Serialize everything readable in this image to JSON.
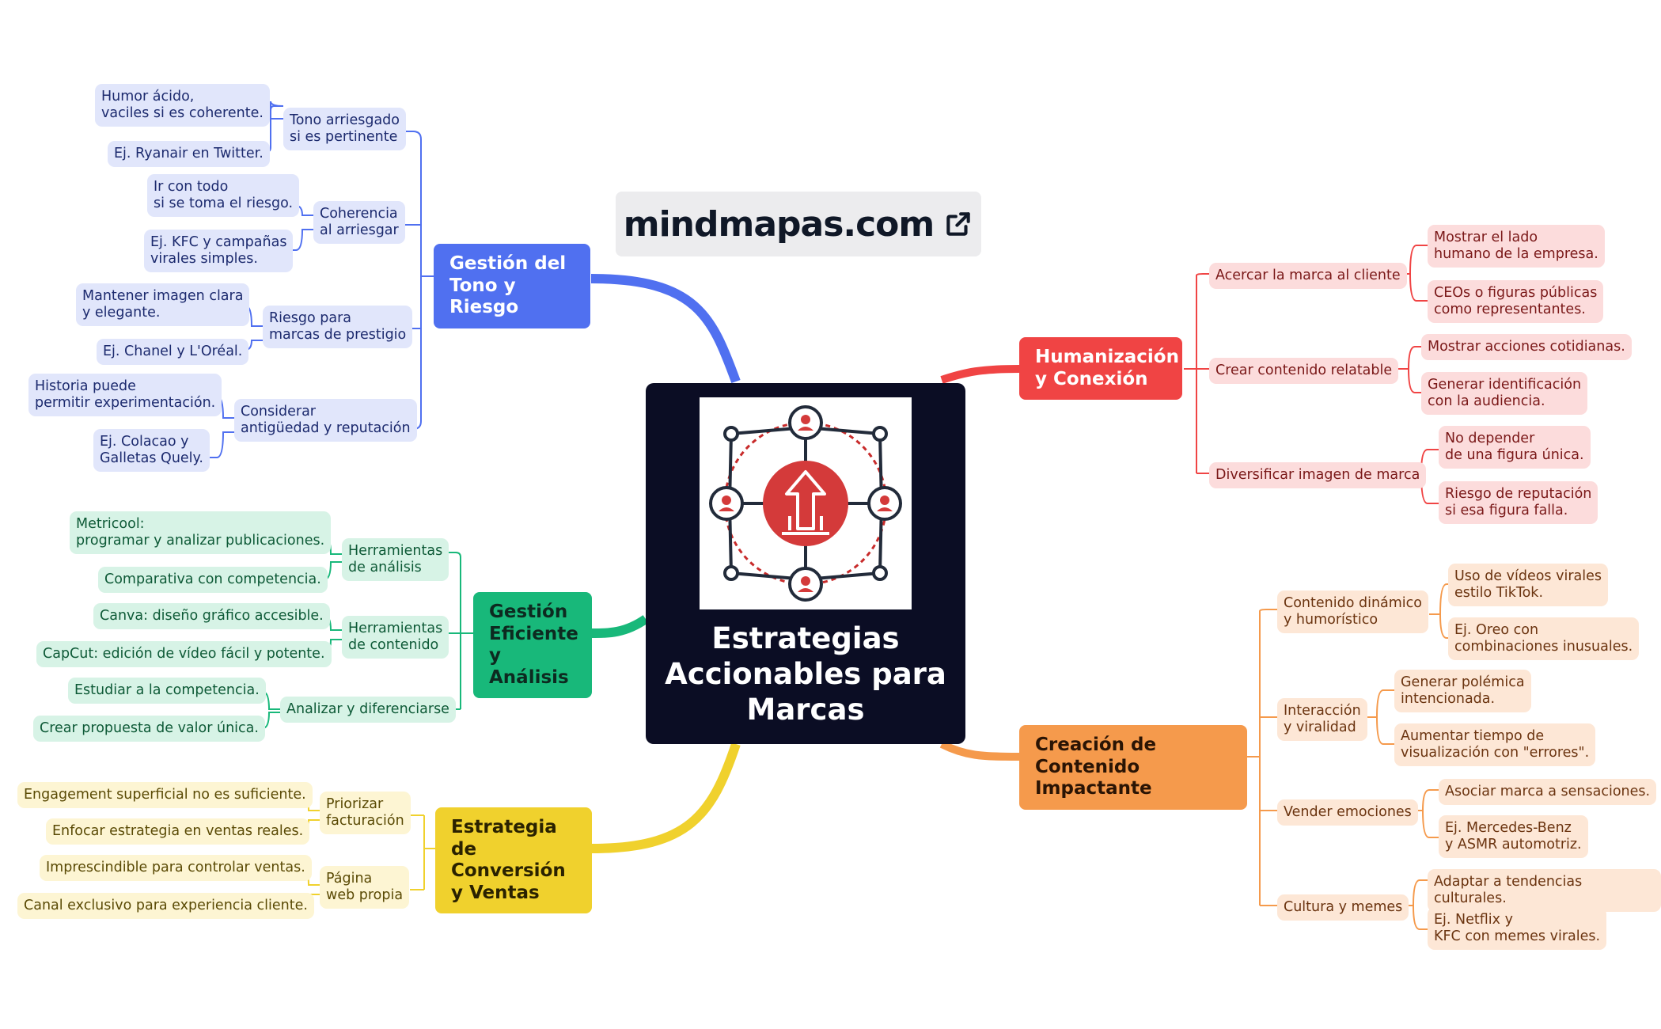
{
  "brand": {
    "text": "mindmapas.com",
    "icon": "external-link-icon"
  },
  "center": {
    "title": "Estrategias\nAccionables para\nMarcas",
    "icon": "network-growth-icon"
  },
  "colors": {
    "blue": "#5070f0",
    "green": "#18b87a",
    "yellow": "#f0d12d",
    "red": "#f04444",
    "orange": "#f59a4c",
    "center": "#0b0d24"
  },
  "branches": {
    "tono": {
      "title": "Gestión del\nTono y Riesgo",
      "subs": [
        {
          "label": "Tono arriesgado\nsi es pertinente",
          "leaves": [
            "Humor ácido,\nvaciles si es coherente.",
            "Ej. Ryanair en Twitter."
          ]
        },
        {
          "label": "Coherencia\nal arriesgar",
          "leaves": [
            "Ir con todo\nsi se toma el riesgo.",
            "Ej. KFC y campañas\nvirales simples."
          ]
        },
        {
          "label": "Riesgo para\nmarcas de prestigio",
          "leaves": [
            "Mantener imagen clara\ny elegante.",
            "Ej. Chanel y L'Oréal."
          ]
        },
        {
          "label": "Considerar\nantigüedad y reputación",
          "leaves": [
            "Historia puede\npermitir experimentación.",
            "Ej. Colacao y\nGalletas Quely."
          ]
        }
      ]
    },
    "gestion": {
      "title": "Gestión\nEficiente\ny Análisis",
      "subs": [
        {
          "label": "Herramientas\nde análisis",
          "leaves": [
            "Metricool:\nprogramar y analizar publicaciones.",
            "Comparativa con competencia."
          ]
        },
        {
          "label": "Herramientas\nde contenido",
          "leaves": [
            "Canva: diseño gráfico accesible.",
            "CapCut: edición de vídeo fácil y potente."
          ]
        },
        {
          "label": "Analizar y diferenciarse",
          "leaves": [
            "Estudiar a la competencia.",
            "Crear propuesta de valor única."
          ]
        }
      ]
    },
    "conversion": {
      "title": "Estrategia de\nConversión\ny Ventas",
      "subs": [
        {
          "label": "Priorizar\nfacturación",
          "leaves": [
            "Engagement superficial no es suficiente.",
            "Enfocar estrategia en ventas reales."
          ]
        },
        {
          "label": "Página\nweb propia",
          "leaves": [
            "Imprescindible para controlar ventas.",
            "Canal exclusivo para experiencia cliente."
          ]
        }
      ]
    },
    "humanizacion": {
      "title": "Humanización\ny Conexión",
      "subs": [
        {
          "label": "Acercar la marca al cliente",
          "leaves": [
            "Mostrar el lado\nhumano de la empresa.",
            "CEOs o figuras públicas\ncomo representantes."
          ]
        },
        {
          "label": "Crear contenido relatable",
          "leaves": [
            "Mostrar acciones cotidianas.",
            "Generar identificación\ncon la audiencia."
          ]
        },
        {
          "label": "Diversificar imagen de marca",
          "leaves": [
            "No depender\nde una figura única.",
            "Riesgo de reputación\nsi esa figura falla."
          ]
        }
      ]
    },
    "creacion": {
      "title": "Creación de\nContenido Impactante",
      "subs": [
        {
          "label": "Contenido dinámico\ny humorístico",
          "leaves": [
            "Uso de vídeos virales\nestilo TikTok.",
            "Ej. Oreo con\ncombinaciones inusuales."
          ]
        },
        {
          "label": "Interacción\ny viralidad",
          "leaves": [
            "Generar polémica\nintencionada.",
            "Aumentar tiempo de\nvisualización con \"errores\"."
          ]
        },
        {
          "label": "Vender emociones",
          "leaves": [
            "Asociar marca a sensaciones.",
            "Ej. Mercedes-Benz\ny ASMR automotriz."
          ]
        },
        {
          "label": "Cultura y memes",
          "leaves": [
            "Adaptar a tendencias culturales.",
            "Ej. Netflix y\nKFC con memes virales."
          ]
        }
      ]
    }
  }
}
